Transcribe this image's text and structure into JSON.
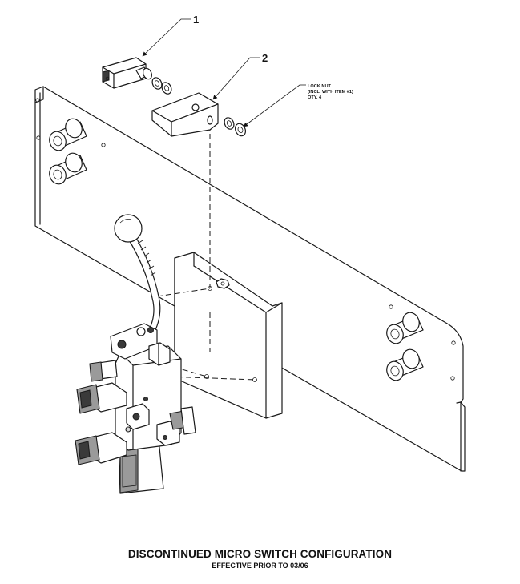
{
  "callouts": [
    {
      "number": "1"
    },
    {
      "number": "2"
    }
  ],
  "note": {
    "line1": "LOCK NUT",
    "line2": "(INCL. WITH ITEM #1)",
    "line3": "QTY. 4"
  },
  "caption": {
    "title": "DISCONTINUED MICRO SWITCH CONFIGURATION",
    "subtitle": "EFFECTIVE PRIOR TO 03/06"
  }
}
